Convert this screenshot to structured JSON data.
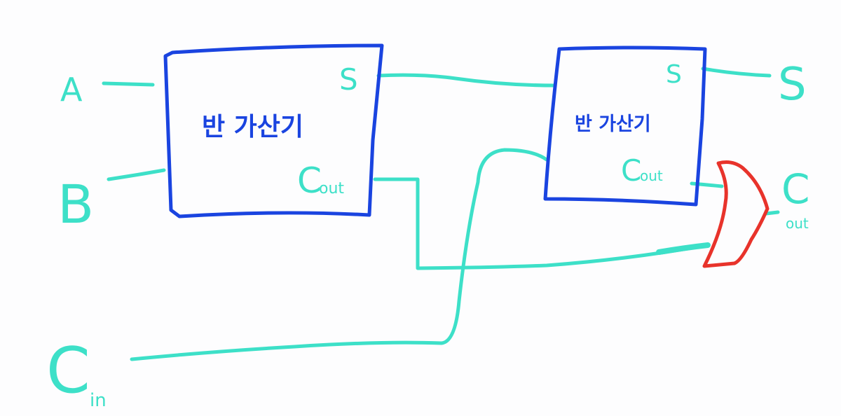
{
  "inputs": {
    "a": "A",
    "b": "B",
    "c_in_main": "C",
    "c_in_sub": "in"
  },
  "half_adder_1": {
    "label": "반 가산기",
    "sum_port": "S",
    "carry_port_main": "C",
    "carry_port_sub": "out"
  },
  "half_adder_2": {
    "label": "반 가산기",
    "sum_port": "S",
    "carry_port_main": "C",
    "carry_port_sub": "out"
  },
  "outputs": {
    "s": "S",
    "c_out_main": "C",
    "c_out_sub": "out"
  },
  "colors": {
    "wire": "#3de0c8",
    "block": "#1a44e0",
    "or_gate": "#e8332b",
    "background": "#fdfdfe"
  }
}
